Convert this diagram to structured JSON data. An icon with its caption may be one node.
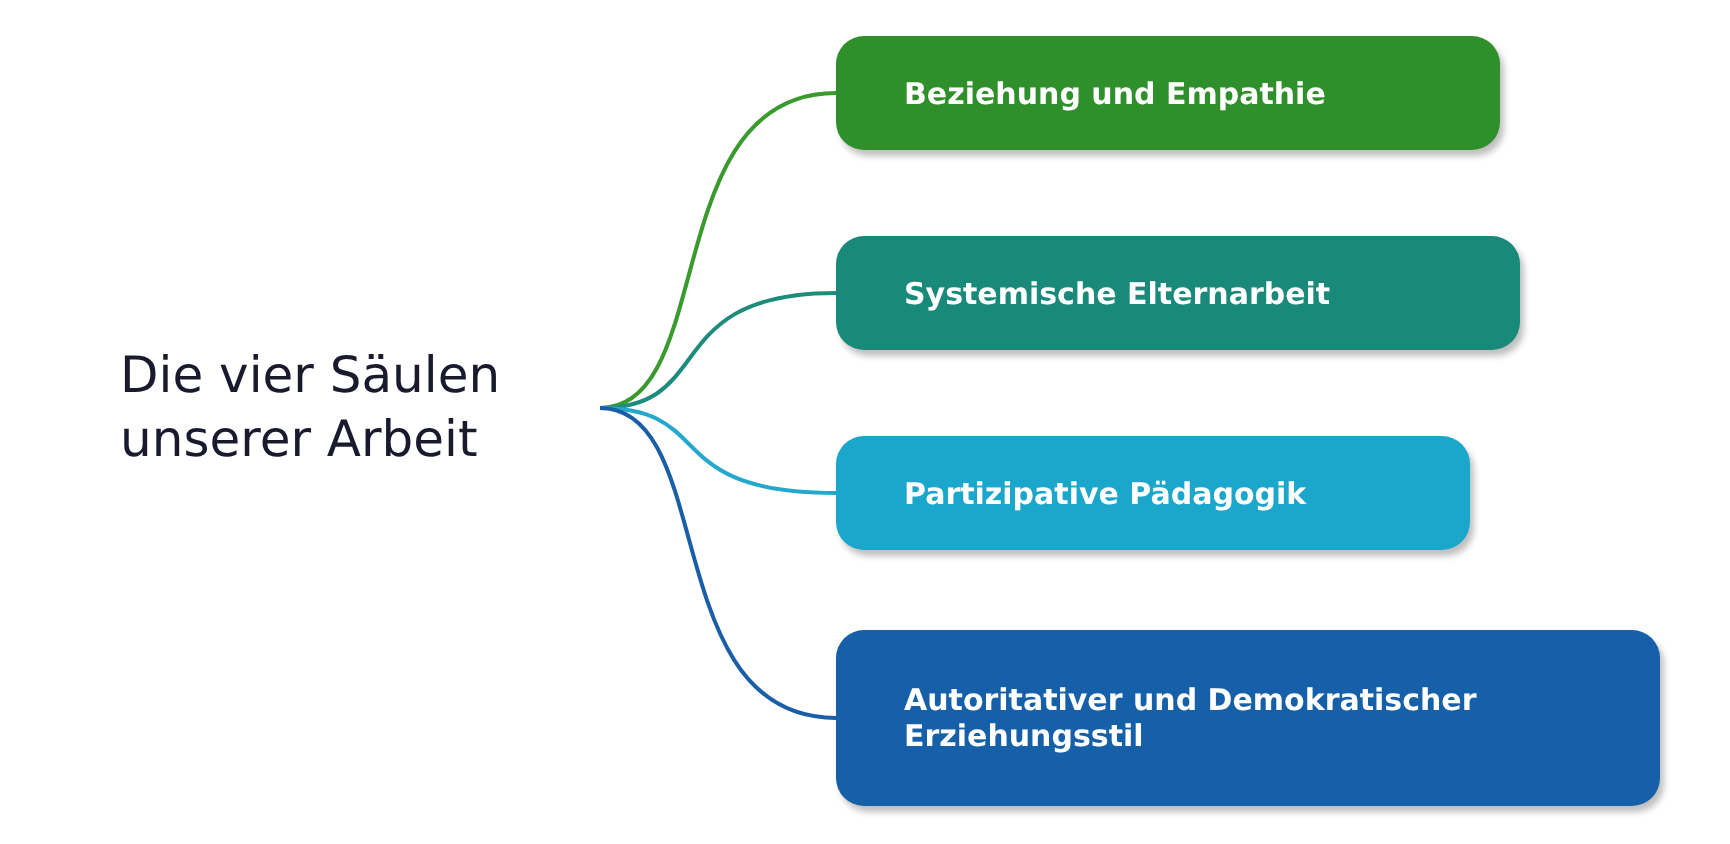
{
  "diagram": {
    "nodes": [
      {
        "text": [
          "Die vier Säulen unserer Arbeit"
        ]
      },
      {
        "text": [
          "Beziehung und Empathie"
        ]
      },
      {
        "text": [
          "Systemische Elternarbeit"
        ]
      },
      {
        "text": [
          "Partizipative Pädagogik"
        ]
      },
      {
        "text": [
          "Autoritativer und Demokratischer Erziehungsstil"
        ]
      }
    ],
    "edges": [
      {
        "from": 0,
        "to": 1,
        "arrow": "none",
        "color": "#3a9a2e"
      },
      {
        "from": 0,
        "to": 2,
        "arrow": "none",
        "color": "#1e8c7c"
      },
      {
        "from": 0,
        "to": 3,
        "arrow": "none",
        "color": "#24a8cc"
      },
      {
        "from": 0,
        "to": 4,
        "arrow": "none",
        "color": "#1a5fa6"
      }
    ]
  }
}
